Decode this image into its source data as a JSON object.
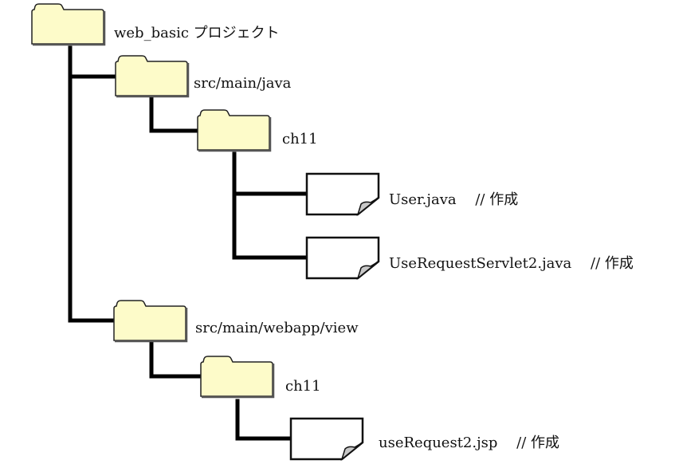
{
  "tree": {
    "root": {
      "label": "web_basic プロジェクト",
      "icon": "folder-icon"
    },
    "src_java": {
      "label": "src/main/java",
      "icon": "folder-icon"
    },
    "ch11_java": {
      "label": "ch11",
      "icon": "folder-icon"
    },
    "user_java": {
      "label": "User.java　 //  作成",
      "icon": "file-icon"
    },
    "servlet_java": {
      "label": "UseRequestServlet2.java　 //  作成",
      "icon": "file-icon"
    },
    "src_view": {
      "label": "src/main/webapp/view",
      "icon": "folder-icon"
    },
    "ch11_view": {
      "label": "ch11",
      "icon": "folder-icon"
    },
    "jsp": {
      "label": "useRequest2.jsp　 //  作成",
      "icon": "file-icon"
    }
  },
  "colors": {
    "folder": "#fdfbc9",
    "fold": "#c8c8c8"
  }
}
